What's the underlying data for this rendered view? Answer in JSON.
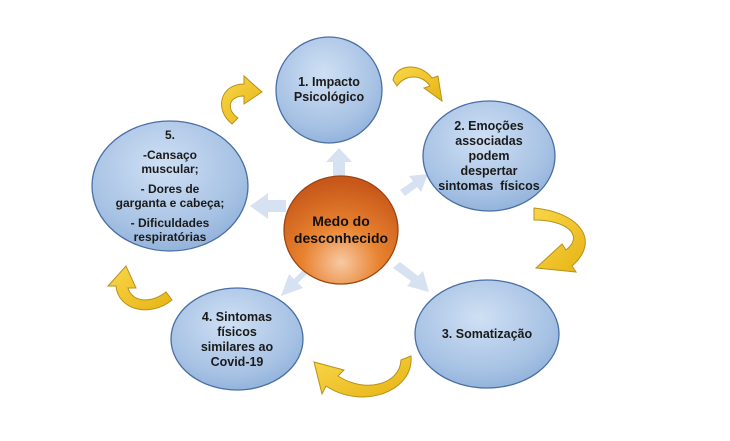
{
  "nodes": {
    "center": {
      "lines": [
        "Medo do",
        "desconhecido"
      ]
    },
    "n1": {
      "lines": [
        "1. Impacto",
        "Psicológico"
      ]
    },
    "n2": {
      "lines": [
        "2. Emoções",
        "associadas",
        "podem",
        "despertar",
        "sintomas  físicos"
      ]
    },
    "n3": {
      "lines": [
        "3. Somatização"
      ]
    },
    "n4": {
      "lines": [
        "4. Sintomas",
        "físicos",
        "similares ao",
        "Covid-19"
      ]
    },
    "n5": {
      "number": "5.",
      "items": [
        "-Cansaço",
        "muscular;",
        "- Dores de",
        "garganta e cabeça;",
        "- Dificuldades",
        "respiratórias"
      ]
    }
  },
  "colors": {
    "blue_fill": "#a9c4e6",
    "blue_stroke": "#4a6fa5",
    "center_fill": "#d2661e",
    "center_stroke": "#9c4512",
    "arrow_light": "#d6e2f2",
    "arrow_gold": "#f1c21b",
    "arrow_gold_stroke": "#b8911a"
  }
}
